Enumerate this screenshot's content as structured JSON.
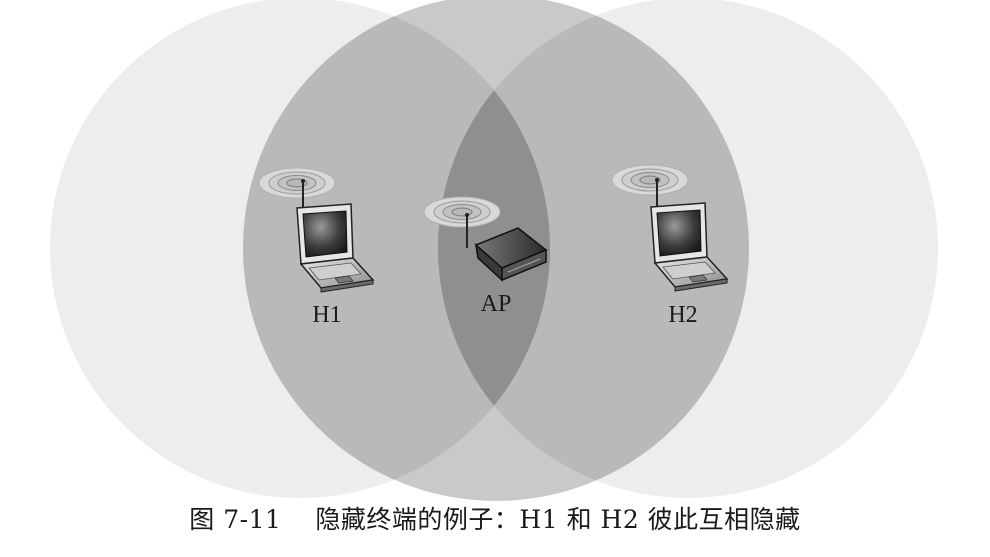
{
  "diagram": {
    "nodes": [
      {
        "id": "H1",
        "label": "H1",
        "icon": "laptop-icon"
      },
      {
        "id": "AP",
        "label": "AP",
        "icon": "access-point-icon"
      },
      {
        "id": "H2",
        "label": "H2",
        "icon": "laptop-icon"
      }
    ],
    "coverage_colors": {
      "outer": "#c8c8c8",
      "overlap": "#8e8e8e"
    }
  },
  "caption": {
    "number": "图 7-11",
    "text": "隐藏终端的例子：H1 和 H2 彼此互相隐藏"
  }
}
